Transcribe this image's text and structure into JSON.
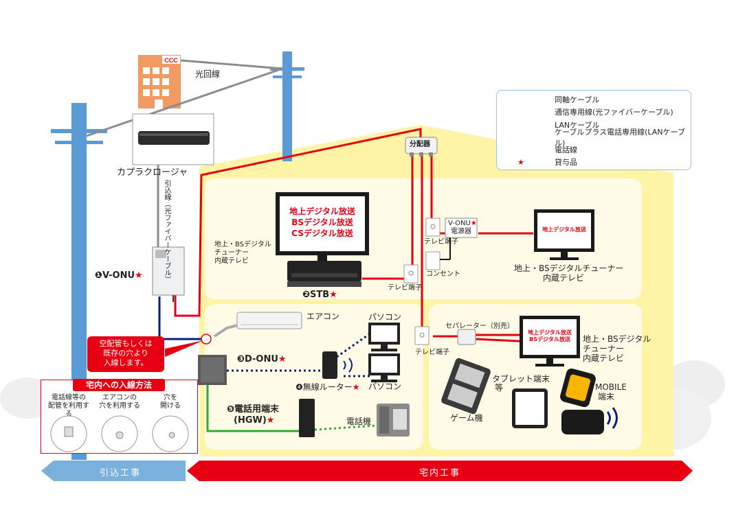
{
  "labels": {
    "fiber_line": "光回線",
    "closure": "カプラクロージャ",
    "drop_cable": "引込線（光ファイバーケーブル）",
    "v_onu_main": "❶V-ONU",
    "stb": "❷STB",
    "d_onu": "❸D-ONU",
    "router": "❹無線ルーター",
    "hgw_line1": "❺電話用端末",
    "hgw_line2": "(HGW)",
    "splitter": "分配器",
    "v_onu_power_top": "V-ONU",
    "v_onu_power_bottom": "電源器",
    "tv_outlet_1": "テレビ端子",
    "tv_outlet_2": "テレビ端子",
    "tv_outlet_3": "テレビ端子",
    "power_outlet": "コンセント",
    "separator": "セパレーター（別売）",
    "aircon": "エアコン",
    "pc_top": "パソコン",
    "pc_bottom": "パソコン",
    "phone": "電話機",
    "game": "ゲーム機",
    "tablet_line1": "タブレット端末",
    "tablet_line2": "等",
    "mobile_line1": "MOBILE",
    "mobile_line2": "端末",
    "tv_left_desc": [
      "地上・BSデジタル",
      "チューナー",
      "内蔵テレビ"
    ],
    "tv_right_top_desc": [
      "地上・BSデジタルチューナー",
      "内蔵テレビ"
    ],
    "tv_right_bottom_desc": [
      "地上・BSデジタル",
      "チューナー",
      "内蔵テレビ"
    ],
    "star": "★"
  },
  "tv_screens": {
    "main": [
      "地上デジタル放送",
      "BSデジタル放送",
      "CSデジタル放送"
    ],
    "upper_right": "地上デジタル放送",
    "lower_right": [
      "地上デジタル放送",
      "BSデジタル放送"
    ]
  },
  "callout": [
    "空配管もしくは",
    "既存の穴より",
    "入線します。"
  ],
  "panel": {
    "title": "宅内への入線方法",
    "methods": [
      [
        "電話線等の",
        "配管を利用する"
      ],
      [
        "エアコンの",
        "穴を利用する"
      ],
      [
        "穴を",
        "開ける"
      ]
    ]
  },
  "legend": [
    {
      "label": "同軸ケーブル",
      "style": "solid",
      "color": "#e60012"
    },
    {
      "label": "通信専用線(光ファイバーケーブル)",
      "style": "solid",
      "color": "#0b1f7a"
    },
    {
      "label": "LANケーブル",
      "style": "dotted",
      "color": "#0b1f7a"
    },
    {
      "label": "ケーブルプラス電話専用線(LANケーブル)",
      "style": "solid",
      "color": "#2ea836"
    },
    {
      "label": "電話線",
      "style": "dotted",
      "color": "#2ea836"
    },
    {
      "label": "貸与品",
      "style": "star",
      "color": "#e60012"
    }
  ],
  "arrows": {
    "left": "引込工事",
    "right": "宅内工事"
  },
  "building_logo": "CCC",
  "colors": {
    "coax": "#e60012",
    "fiber": "#0b1f7a",
    "lan": "#0b1f7a",
    "phone_line": "#2ea836",
    "house": "#fff3a6",
    "room": "#fffbe6",
    "pole": "#5b9bd5",
    "building": "#f39a63",
    "arrow_left": "#7ab0dc",
    "arrow_right": "#e60012"
  }
}
